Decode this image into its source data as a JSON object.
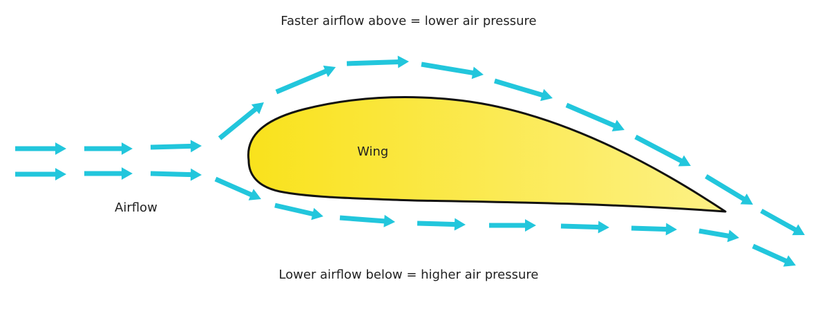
{
  "captions": {
    "top": "Faster airflow above = lower air pressure",
    "bottom": "Lower airflow below = higher air pressure"
  },
  "labels": {
    "wing": "Wing",
    "airflow": "Airflow"
  },
  "colors": {
    "arrow": "#22c6dc",
    "wing_fill_light": "#fdf186",
    "wing_fill_dark": "#f9e21c",
    "wing_outline": "#111111",
    "text": "#222222"
  }
}
